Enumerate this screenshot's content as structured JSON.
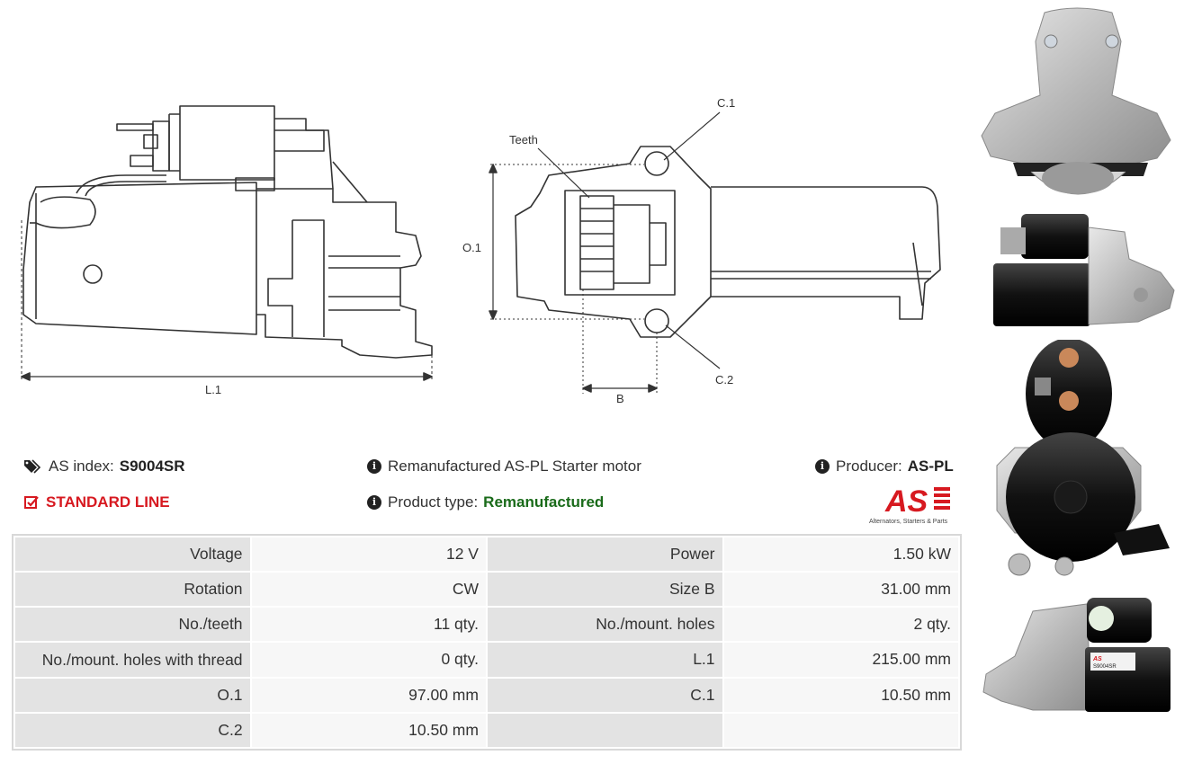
{
  "diagram": {
    "side_labels": {
      "length": "L.1"
    },
    "front_labels": {
      "teeth": "Teeth",
      "c1": "C.1",
      "c2": "C.2",
      "o1": "O.1",
      "b": "B"
    }
  },
  "info": {
    "as_index_label": "AS index:",
    "as_index_value": "S9004SR",
    "line": "STANDARD LINE",
    "description": "Remanufactured AS-PL Starter motor",
    "product_type_label": "Product type:",
    "product_type_value": "Remanufactured",
    "producer_label": "Producer:",
    "producer_value": "AS-PL",
    "logo_text": "AS",
    "logo_tagline": "Alternators, Starters & Parts"
  },
  "specs": [
    {
      "k1": "Voltage",
      "v1": "12 V",
      "k2": "Power",
      "v2": "1.50 kW"
    },
    {
      "k1": "Rotation",
      "v1": "CW",
      "k2": "Size B",
      "v2": "31.00 mm"
    },
    {
      "k1": "No./teeth",
      "v1": "11 qty.",
      "k2": "No./mount. holes",
      "v2": "2 qty."
    },
    {
      "k1": "No./mount. holes with thread",
      "v1": "0 qty.",
      "k2": "L.1",
      "v2": "215.00 mm"
    },
    {
      "k1": "O.1",
      "v1": "97.00 mm",
      "k2": "C.1",
      "v2": "10.50 mm"
    },
    {
      "k1": "C.2",
      "v1": "10.50 mm",
      "k2": "",
      "v2": ""
    }
  ],
  "photo_label": {
    "brand": "AS",
    "code": "S9004SR"
  },
  "colors": {
    "accent_red": "#d71920",
    "type_green": "#1a6b1a",
    "table_key_bg": "#e3e3e3",
    "table_val_bg": "#f7f7f7"
  }
}
